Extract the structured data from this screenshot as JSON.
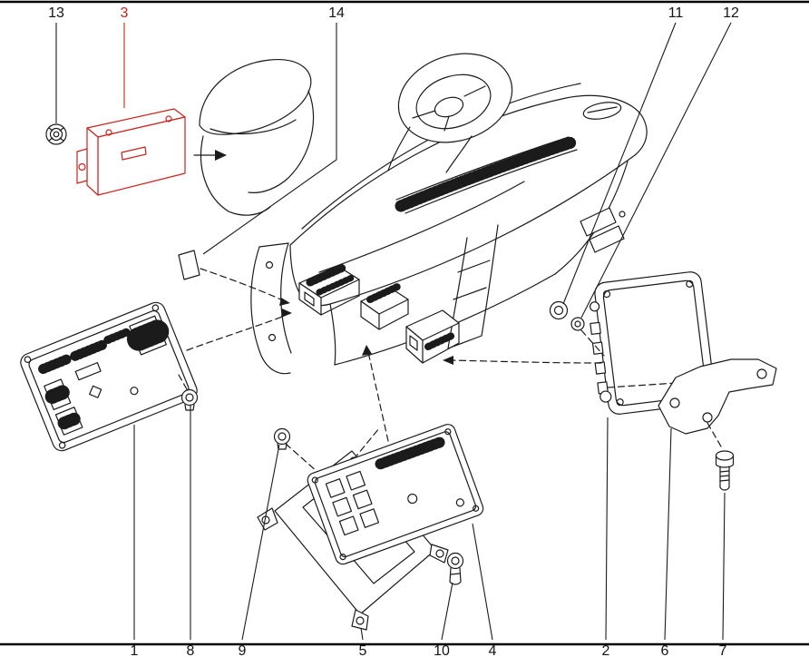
{
  "figure": {
    "kind": "exploded-parts-diagram",
    "line_color": "#1b1b1b",
    "highlight_color": "#c9241d",
    "highlighted_callout": "3",
    "callouts": {
      "top": [
        {
          "label": "13",
          "highlighted": false
        },
        {
          "label": "3",
          "highlighted": true
        },
        {
          "label": "14",
          "highlighted": false
        },
        {
          "label": "11",
          "highlighted": false
        },
        {
          "label": "12",
          "highlighted": false
        }
      ],
      "bottom": [
        {
          "label": "1"
        },
        {
          "label": "8"
        },
        {
          "label": "9"
        },
        {
          "label": "5"
        },
        {
          "label": "10"
        },
        {
          "label": "4"
        },
        {
          "label": "2"
        },
        {
          "label": "6"
        },
        {
          "label": "7"
        }
      ]
    }
  }
}
